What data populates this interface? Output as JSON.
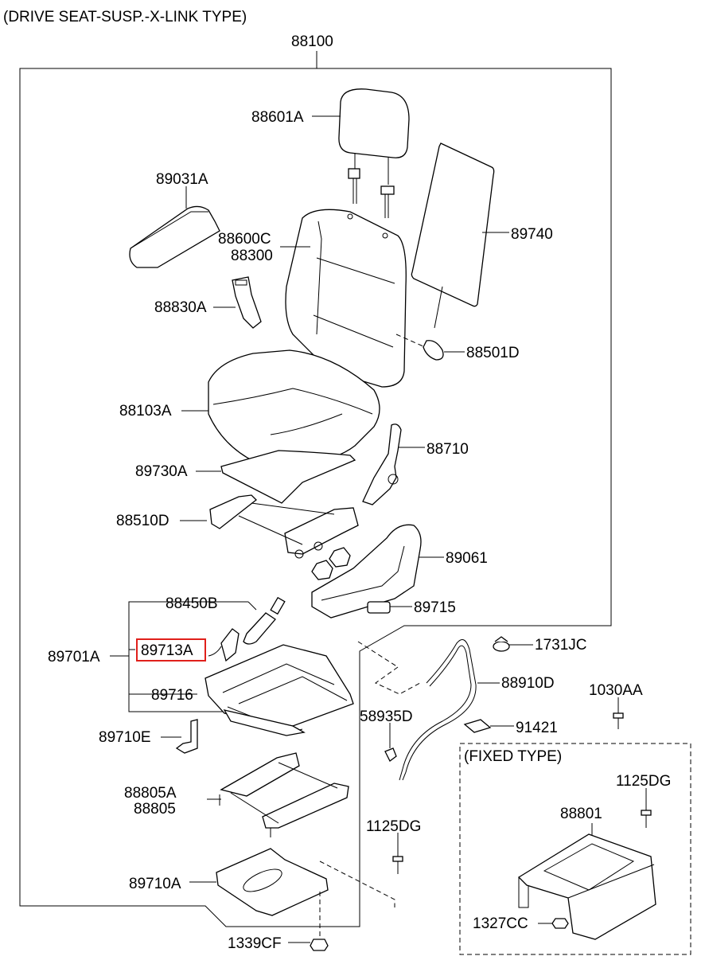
{
  "diagram": {
    "title": "(DRIVE SEAT-SUSP.-X-LINK TYPE)",
    "assembly_number": "88100",
    "highlight_color": "#e0201b",
    "highlighted_part": "89713A",
    "fixed_type_box": {
      "title": "(FIXED TYPE)",
      "labels": [
        "1125DG",
        "88801",
        "1327CC"
      ]
    },
    "labels": [
      "88601A",
      "89031A",
      "88600C",
      "88300",
      "89740",
      "88830A",
      "88501D",
      "88103A",
      "88710",
      "89730A",
      "88510D",
      "89061",
      "89715",
      "88450B",
      "89713A",
      "89701A",
      "1731JC",
      "88910D",
      "1030AA",
      "89716",
      "58935D",
      "91421",
      "89710E",
      "88805A",
      "88805",
      "1125DG",
      "89710A",
      "1339CF"
    ]
  }
}
